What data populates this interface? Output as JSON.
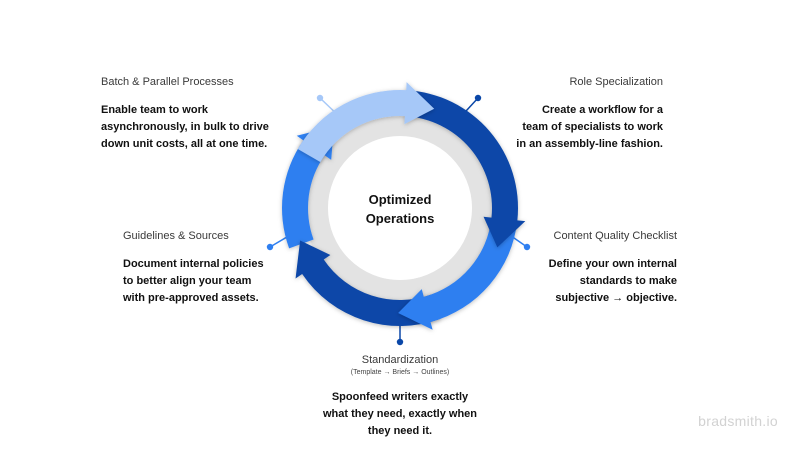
{
  "center": {
    "line1": "Optimized",
    "line2": "Operations"
  },
  "stages": [
    {
      "id": "batch",
      "title": "Batch & Parallel Processes",
      "description_lines": [
        "Enable team to work",
        "asynchronously, in bulk to drive",
        "down unit costs, all at one time."
      ]
    },
    {
      "id": "role",
      "title": "Role Specialization",
      "description_lines": [
        "Create a workflow for a",
        "team of specialists to work",
        "in an assembly-line fashion."
      ]
    },
    {
      "id": "quality",
      "title": "Content Quality Checklist",
      "description_lines": [
        "Define your own internal",
        "standards to make",
        "subjective → objective."
      ]
    },
    {
      "id": "standardization",
      "title": "Standardization",
      "subtitle": "(Template → Briefs → Outlines)",
      "description_lines": [
        "Spoonfeed writers exactly",
        "what they need, exactly when",
        "they need it."
      ]
    },
    {
      "id": "guidelines",
      "title": "Guidelines & Sources",
      "description_lines": [
        "Document internal policies",
        "to better align your team",
        "with pre-approved assets."
      ]
    }
  ],
  "colors": {
    "light_blue": "#a6c8f8",
    "medium_blue": "#2f7ff0",
    "dark_blue": "#0a47a8",
    "ring_gray": "#e3e3e3"
  },
  "watermark": "bradsmith.io"
}
